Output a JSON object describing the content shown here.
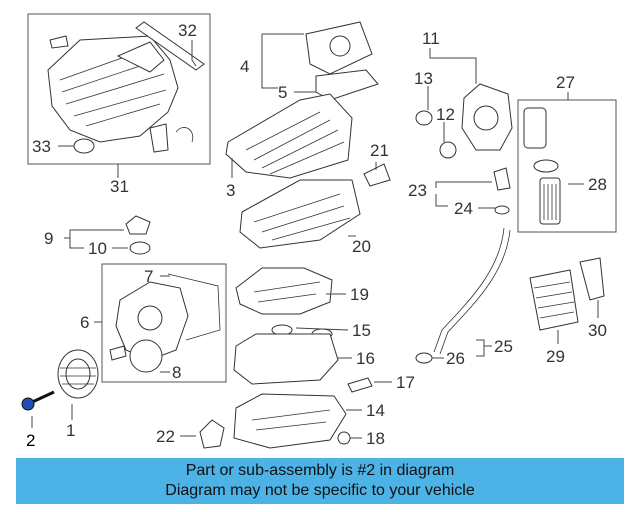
{
  "callouts": {
    "c1": "1",
    "c2": "2",
    "c3": "3",
    "c4": "4",
    "c5": "5",
    "c6": "6",
    "c7": "7",
    "c8": "8",
    "c9": "9",
    "c10": "10",
    "c11": "11",
    "c12": "12",
    "c13": "13",
    "c14": "14",
    "c15": "15",
    "c16": "16",
    "c17": "17",
    "c18": "18",
    "c19": "19",
    "c20": "20",
    "c21": "21",
    "c22": "22",
    "c23": "23",
    "c24": "24",
    "c25": "25",
    "c26": "26",
    "c27": "27",
    "c28": "28",
    "c29": "29",
    "c30": "30",
    "c31": "31",
    "c32": "32",
    "c33": "33"
  },
  "highlighted_part": "2",
  "banner": {
    "line1": "Part or sub-assembly is #2 in diagram",
    "line2": "Diagram may not be specific to your vehicle",
    "color": "#4db3e6"
  }
}
